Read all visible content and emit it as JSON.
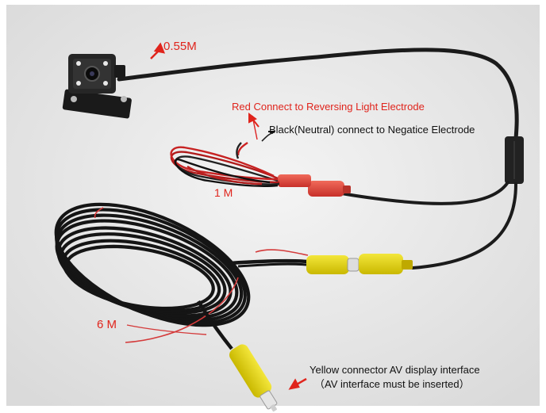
{
  "labels": {
    "camera_cable_length": "0.55M",
    "red_wire": "Red Connect to Reversing Light Electrode",
    "black_wire": "Black(Neutral) connect to Negatice Electrode",
    "power_cable_length": "1 M",
    "video_cable_length": "6 M",
    "yellow_connector": "Yellow connector AV display interface",
    "av_note": "（AV interface must be inserted）"
  }
}
